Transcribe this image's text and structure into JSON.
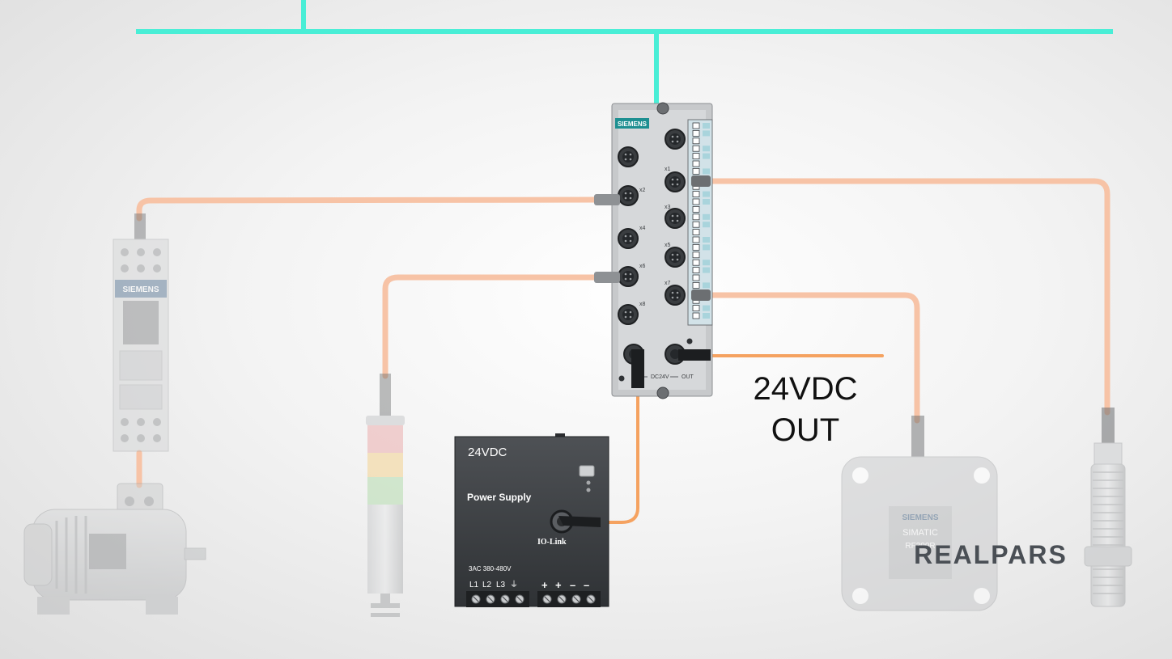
{
  "colors": {
    "bus": "#49eed6",
    "io_cable": "#f7c3a6",
    "power_cable": "#f5a260",
    "logo": "#4a4f55"
  },
  "io_master": {
    "brand": "SIEMENS",
    "ports_left": [
      "x2",
      "x4",
      "x6",
      "x8"
    ],
    "ports_right": [
      "x1",
      "x3",
      "x5",
      "x7"
    ],
    "power_label_in": "DC24V",
    "power_label_out": "OUT"
  },
  "power_supply": {
    "voltage": "24VDC",
    "title": "Power Supply",
    "iolink": "IO-Link",
    "input_rating": "3AC 380-480V",
    "input_terminals": [
      "L1",
      "L2",
      "L3",
      "⏚"
    ],
    "output_terminals": [
      "+",
      "+",
      "–",
      "–"
    ]
  },
  "output_label": {
    "line1": "24VDC",
    "line2": "OUT"
  },
  "contactor": {
    "brand": "SIEMENS"
  },
  "rfid_reader": {
    "brand": "SIEMENS",
    "model": "SIMATIC",
    "model_sub": "RF300R"
  },
  "watermark": "REALPARS"
}
